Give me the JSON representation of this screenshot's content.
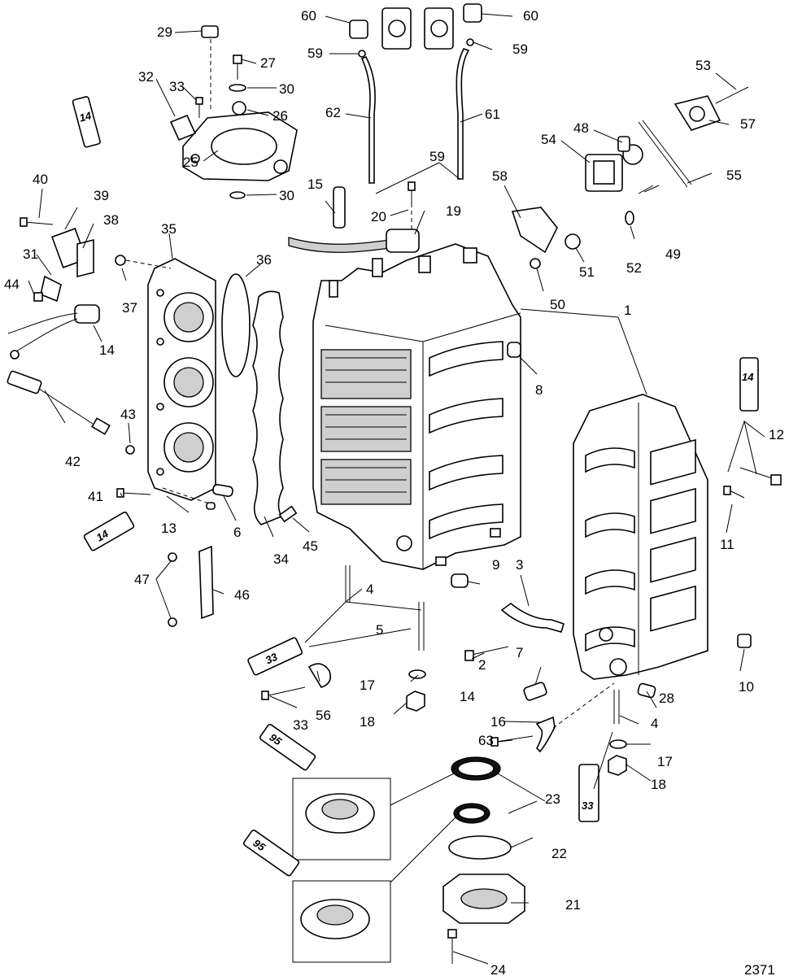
{
  "figure": {
    "number": "2371"
  },
  "colors": {
    "line": "#000000",
    "background": "#ffffff",
    "shade": "#cfcfcf"
  },
  "callouts": [
    "1",
    "2",
    "3",
    "4",
    "5",
    "6",
    "7",
    "8",
    "9",
    "10",
    "11",
    "12",
    "13",
    "14",
    "15",
    "16",
    "17",
    "18",
    "19",
    "20",
    "21",
    "22",
    "23",
    "24",
    "25",
    "26",
    "27",
    "28",
    "29",
    "30",
    "31",
    "32",
    "33",
    "34",
    "35",
    "36",
    "37",
    "38",
    "39",
    "40",
    "41",
    "42",
    "43",
    "44",
    "45",
    "46",
    "47",
    "48",
    "49",
    "50",
    "51",
    "52",
    "53",
    "54",
    "55",
    "56",
    "57",
    "58",
    "59",
    "60",
    "61",
    "62",
    "63",
    "14",
    "14",
    "4",
    "17",
    "18",
    "30",
    "33",
    "59",
    "59",
    "60"
  ],
  "tubes": {
    "sealant_14": "14",
    "sealant_33": "33",
    "grease_95": "95"
  }
}
